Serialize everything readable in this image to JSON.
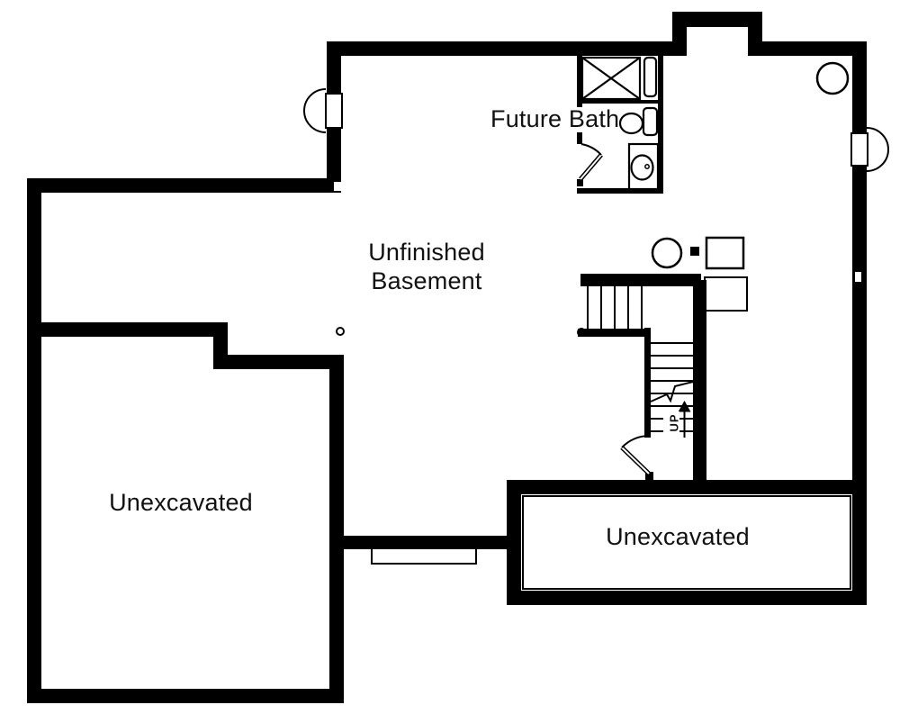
{
  "canvas": {
    "background": "#ffffff",
    "line_color": "#000000",
    "text_color": "#111111"
  },
  "rooms": {
    "unfinished_basement": {
      "line1": "Unfinished",
      "line2": "Basement"
    },
    "future_bath": {
      "label": "Future Bath"
    },
    "unexcavated_left": {
      "label": "Unexcavated"
    },
    "unexcavated_lower": {
      "label": "Unexcavated"
    }
  },
  "stairs": {
    "direction_label": "UP"
  },
  "fixtures": {
    "bathroom": [
      "shower",
      "shelf",
      "toilet",
      "vanity-sink"
    ],
    "basement": [
      "support-column",
      "floor-drain",
      "utility-circle",
      "equipment-box",
      "equipment-box-small"
    ]
  }
}
